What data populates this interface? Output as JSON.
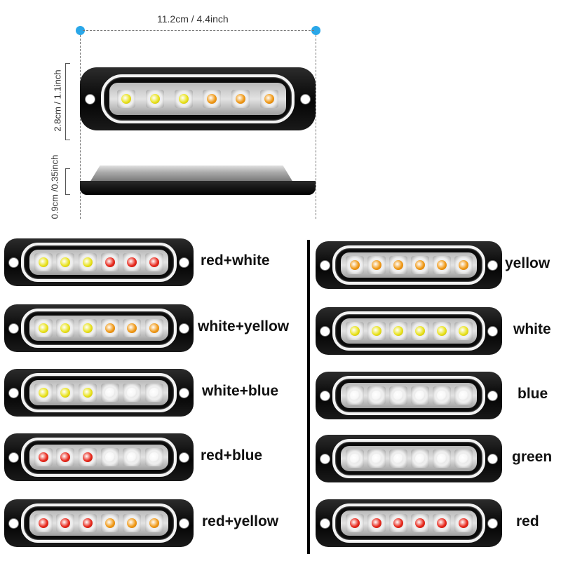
{
  "dimensions": {
    "length": "11.2cm / 4.4inch",
    "width": "2.8cm / 1.1inch",
    "thickness": "0.9cm /0.35inch"
  },
  "colors": {
    "accent_dot": "#2aa7e8",
    "led_yellow": "#e9e31e",
    "led_amber": "#f09a18",
    "led_red": "#e8291d",
    "led_white": "#f7f7f7"
  },
  "variants_left": [
    {
      "label": "red+white",
      "leds": [
        "y",
        "y",
        "y",
        "r",
        "r",
        "r"
      ]
    },
    {
      "label": "white+yellow",
      "leds": [
        "y",
        "y",
        "y",
        "o",
        "o",
        "o"
      ]
    },
    {
      "label": "white+blue",
      "leds": [
        "y",
        "y",
        "y",
        "w",
        "w",
        "w"
      ]
    },
    {
      "label": "red+blue",
      "leds": [
        "r",
        "r",
        "r",
        "w",
        "w",
        "w"
      ]
    },
    {
      "label": "red+yellow",
      "leds": [
        "r",
        "r",
        "r",
        "o",
        "o",
        "o"
      ]
    }
  ],
  "variants_right": [
    {
      "label": "yellow",
      "leds": [
        "o",
        "o",
        "o",
        "o",
        "o",
        "o"
      ]
    },
    {
      "label": "white",
      "leds": [
        "y",
        "y",
        "y",
        "y",
        "y",
        "y"
      ]
    },
    {
      "label": "blue",
      "leds": [
        "w",
        "w",
        "w",
        "w",
        "w",
        "w"
      ]
    },
    {
      "label": "green",
      "leds": [
        "w",
        "w",
        "w",
        "w",
        "w",
        "w"
      ]
    },
    {
      "label": "red",
      "leds": [
        "r",
        "r",
        "r",
        "r",
        "r",
        "r"
      ]
    }
  ],
  "top_product_leds": [
    "y",
    "y",
    "y",
    "o",
    "o",
    "o"
  ]
}
